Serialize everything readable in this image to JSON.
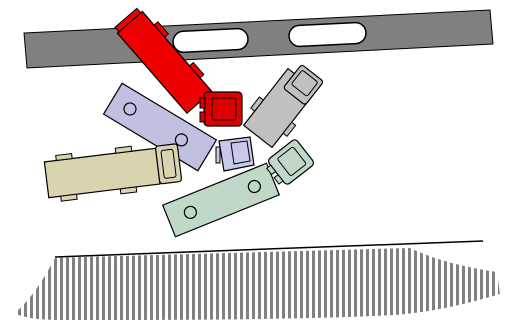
{
  "colors": {
    "background": "#ffffff",
    "beam": "#808080",
    "beam_slot": "#ffffff",
    "outline": "#000000",
    "ground_stripe": "#808080",
    "red_truck": "#ee0000",
    "red_cab": "#dd0000",
    "lavender_trailer": "#c0c0e0",
    "lavender_cab": "#c8c8ea",
    "gray_truck": "#c0c0c0",
    "beige_truck": "#d8d4b0",
    "green_trailer": "#c0d8c8"
  },
  "scene": {
    "beam": {
      "slot_count": 2
    },
    "vehicles": [
      {
        "name": "red-truck",
        "kind": "truck-with-cab",
        "color": "red"
      },
      {
        "name": "lavender-tow-trailer",
        "kind": "flatbed-trailer",
        "color": "lavender",
        "wheel_count": 2
      },
      {
        "name": "lavender-cab",
        "kind": "cab",
        "color": "lavender"
      },
      {
        "name": "gray-truck",
        "kind": "truck",
        "color": "gray"
      },
      {
        "name": "beige-truck",
        "kind": "truck",
        "color": "beige"
      },
      {
        "name": "green-tow-trailer",
        "kind": "flatbed-trailer",
        "color": "green",
        "wheel_count": 2
      },
      {
        "name": "green-cab",
        "kind": "cab",
        "color": "green"
      }
    ],
    "ground": {
      "kind": "striped-mound",
      "stripe_direction": "vertical"
    }
  }
}
